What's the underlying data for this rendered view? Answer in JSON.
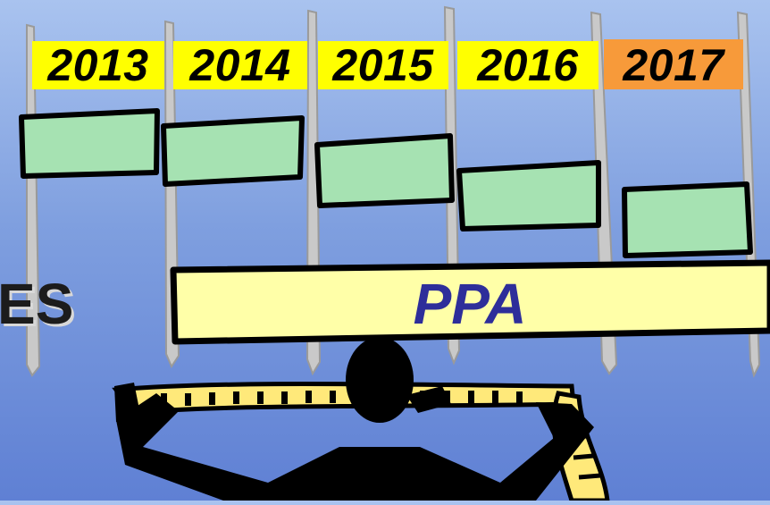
{
  "timeline": {
    "years": [
      "2013",
      "2014",
      "2015",
      "2016",
      "2017"
    ],
    "highlight_year": "2017",
    "colors": {
      "year_tag": "#ffff00",
      "highlight_tag": "#f79a3a",
      "milestone_box": "#a6e2b2",
      "pole": "#c8c8c8"
    }
  },
  "bar": {
    "label": "PPA",
    "color": "#ffffa8"
  },
  "cut_off_text": "ES",
  "figure": {
    "icon": "person-holding-tape-measure-icon",
    "tape_color": "#ffe97a"
  }
}
